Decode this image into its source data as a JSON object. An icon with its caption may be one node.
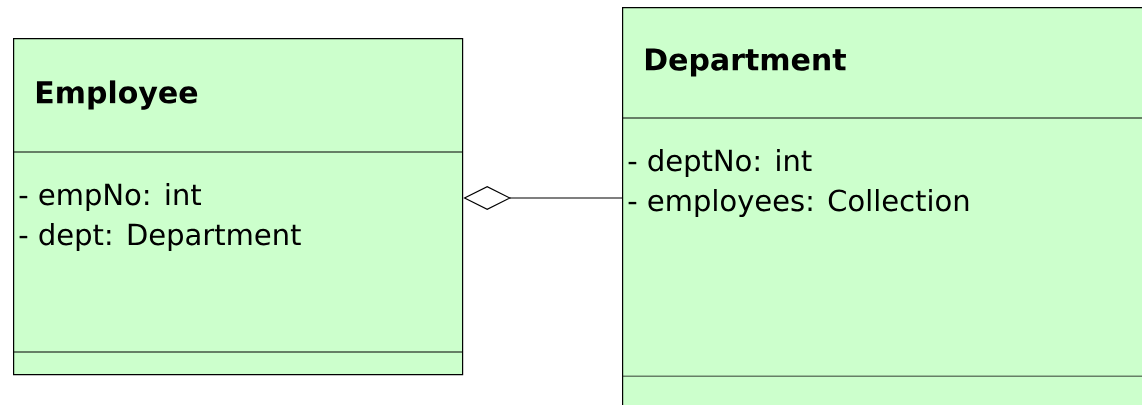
{
  "diagram": {
    "nodes": [
      {
        "text": [
          "Employee",
          "- empNo: int",
          "- dept: Department"
        ]
      },
      {
        "text": [
          "Department",
          "- deptNo: int",
          "- employees: Collection"
        ]
      }
    ],
    "edges": [
      {
        "from": 0,
        "to": 1,
        "arrow": "other"
      }
    ]
  }
}
